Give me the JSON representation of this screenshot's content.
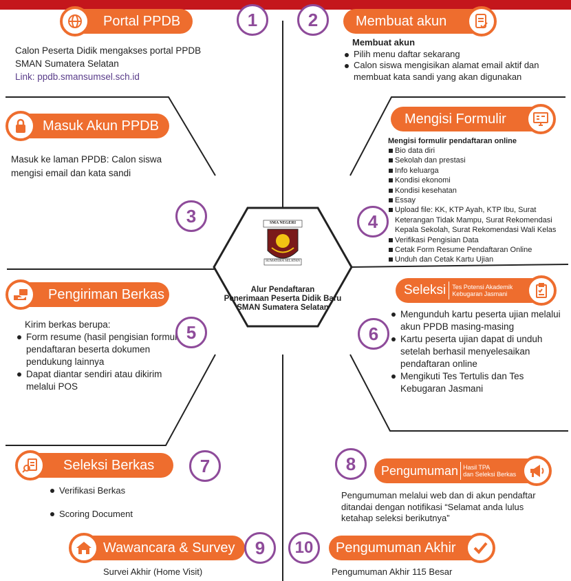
{
  "colors": {
    "accent": "#ee6d2e",
    "number": "#8e4b9a",
    "line": "#222222",
    "topbar": "#c4161c"
  },
  "center": {
    "emblem_top": "SMA NEGERI",
    "emblem_bottom": "SUMATERA SELATAN",
    "title_lines": [
      "Alur Pendaftaran",
      "Penerimaan Peserta Didik Baru",
      "SMAN Sumatera Selatan"
    ]
  },
  "steps": {
    "s1": {
      "number": "1",
      "title": "Portal PPDB",
      "icon": "globe-icon",
      "lines": [
        "Calon Peserta Didik mengakses portal PPDB",
        "SMAN Sumatera Selatan"
      ],
      "link": "Link: ppdb.smansumsel.sch.id"
    },
    "s2": {
      "number": "2",
      "title": "Membuat akun",
      "icon": "document-edit-icon",
      "heading": "Membuat akun",
      "bullets": [
        "Pilih menu daftar sekarang",
        "Calon siswa mengisikan alamat email aktif dan membuat kata sandi yang akan digunakan"
      ]
    },
    "s3": {
      "number": "3",
      "title": "Masuk Akun PPDB",
      "icon": "lock-icon",
      "lines": [
        "Masuk ke laman PPDB: Calon siswa",
        "mengisi email dan kata sandi"
      ]
    },
    "s4": {
      "number": "4",
      "title": "Mengisi Formulir",
      "icon": "form-monitor-icon",
      "heading": "Mengisi formulir pendaftaran online",
      "items": [
        "Bio data diri",
        "Sekolah dan prestasi",
        "Info keluarga",
        "Kondisi ekonomi",
        "Kondisi kesehatan",
        "Essay",
        "Upload file: KK, KTP Ayah, KTP Ibu, Surat Keterangan Tidak Mampu, Surat Rekomendasi Kepala Sekolah, Surat Rekomendasi Wali Kelas",
        "Verifikasi Pengisian Data",
        "Cetak Form Resume Pendaftaran Online",
        "Unduh dan Cetak Kartu Ujian"
      ]
    },
    "s5": {
      "number": "5",
      "title": "Pengiriman Berkas",
      "icon": "hand-send-icon",
      "intro": "Kirim berkas berupa:",
      "bullets": [
        "Form resume (hasil pengisian formulir pendaftaran beserta dokumen pendukung lainnya",
        "Dapat diantar sendiri atau dikirim melalui POS"
      ]
    },
    "s6": {
      "number": "6",
      "title": "Seleksi",
      "icon": "clipboard-check-icon",
      "sub": [
        "Tes Potensi Akademik",
        "Kebugaran Jasmani"
      ],
      "bullets": [
        "Mengunduh kartu peserta ujian melalui akun PPDB masing-masing",
        "Kartu peserta ujian dapat di unduh setelah berhasil menyelesaikan pendaftaran online",
        "Mengikuti Tes Tertulis dan Tes Kebugaran Jasmani"
      ]
    },
    "s7": {
      "number": "7",
      "title": "Seleksi Berkas",
      "icon": "document-search-icon",
      "bullets": [
        "Verifikasi Berkas",
        "Scoring Document"
      ]
    },
    "s8": {
      "number": "8",
      "title": "Pengumuman",
      "icon": "megaphone-icon",
      "sub": [
        "Hasil TPA",
        "dan Seleksi Berkas"
      ],
      "text": "Pengumuman melalui web dan di akun pendaftar ditandai dengan notifikasi “Selamat anda lulus ketahap seleksi berikutnya”"
    },
    "s9": {
      "number": "9",
      "title": "Wawancara & Survey",
      "icon": "home-icon",
      "text": "Survei Akhir (Home Visit)"
    },
    "s10": {
      "number": "10",
      "title": "Pengumuman Akhir",
      "icon": "checkmark-icon",
      "text": "Pengumuman Akhir 115 Besar"
    }
  }
}
